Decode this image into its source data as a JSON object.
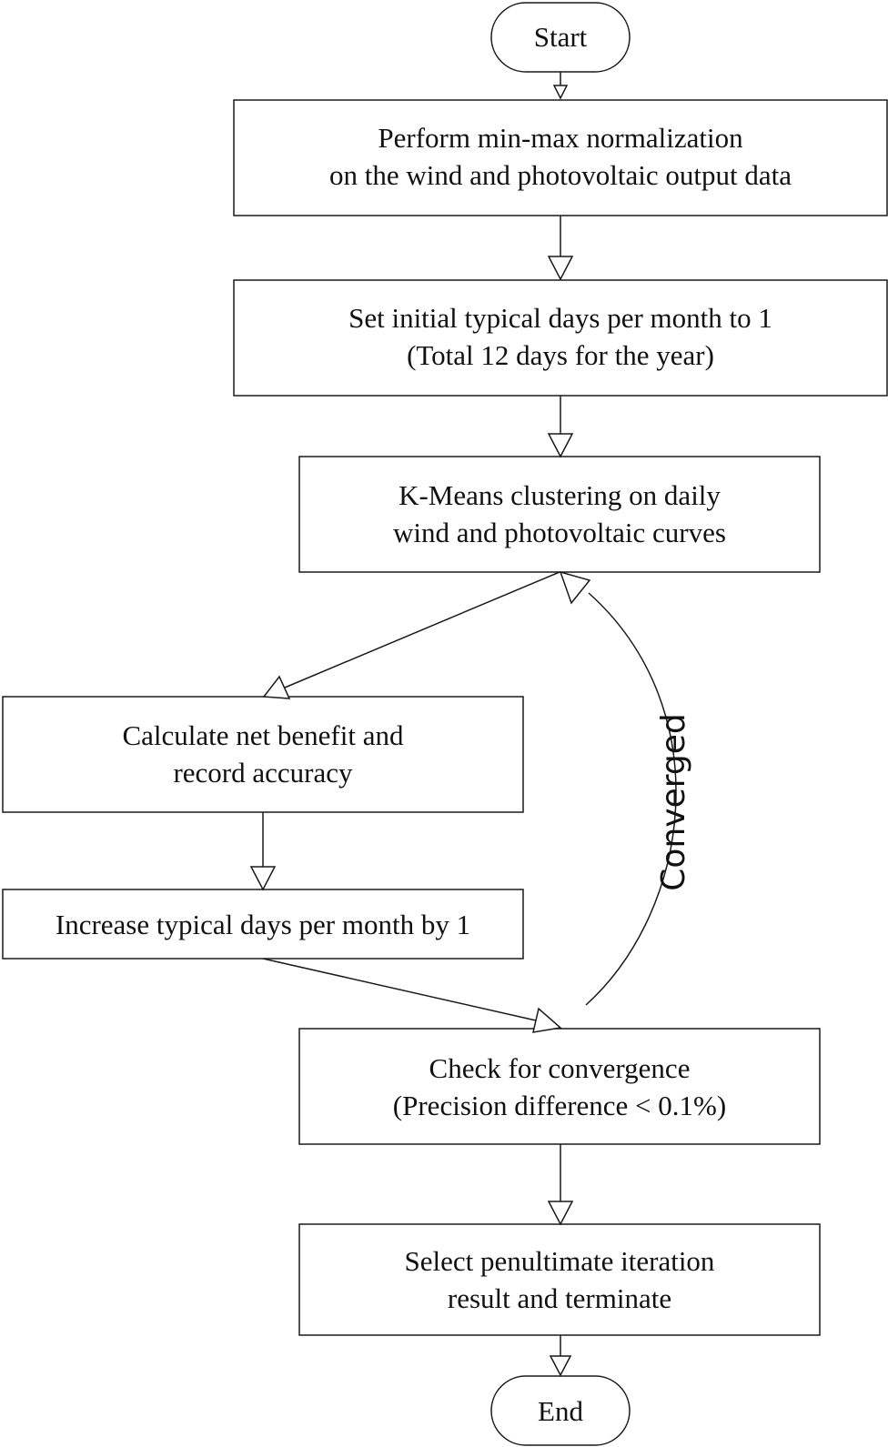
{
  "nodes": {
    "start": {
      "lines": [
        "Start"
      ]
    },
    "normalize": {
      "lines": [
        "Perform min-max normalization",
        "on the wind and photovoltaic output data"
      ]
    },
    "init_days": {
      "lines": [
        "Set initial typical days per month to 1",
        "(Total 12 days for the year)"
      ]
    },
    "kmeans": {
      "lines": [
        "K-Means clustering on daily",
        "wind and photovoltaic curves"
      ]
    },
    "net_benefit": {
      "lines": [
        "Calculate net benefit and",
        "record accuracy"
      ]
    },
    "increase_days": {
      "lines": [
        "Increase typical days per month by 1"
      ]
    },
    "check_convergence": {
      "lines": [
        "Check for convergence",
        "(Precision difference < 0.1%)"
      ]
    },
    "select_result": {
      "lines": [
        "Select penultimate iteration",
        "result and terminate"
      ]
    },
    "end": {
      "lines": [
        "End"
      ]
    }
  },
  "edges": {
    "converged_label": "Converged"
  }
}
